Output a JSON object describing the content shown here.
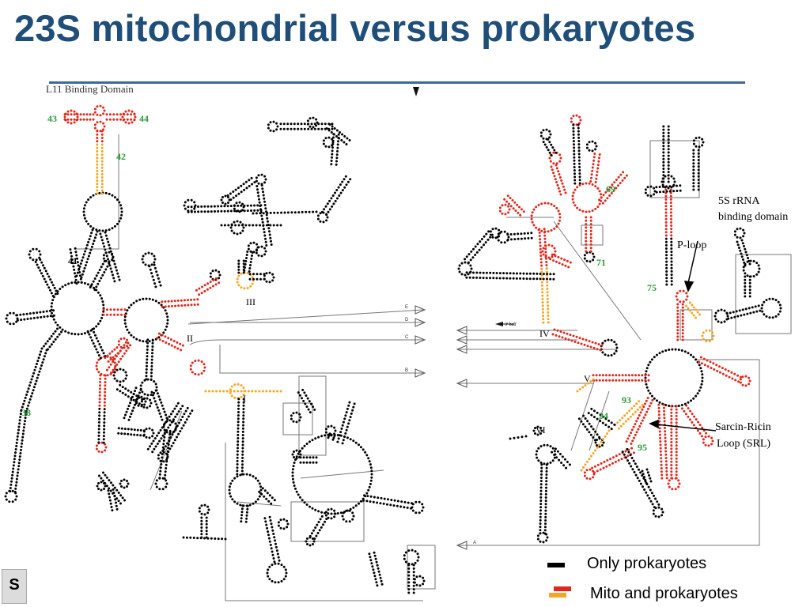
{
  "slide": {
    "title": "23S mitochondrial versus prokaryotes",
    "corner_tag": "S"
  },
  "colors": {
    "title": "#1f4e79",
    "only_prokaryotes": "#000000",
    "mito_and_prokaryotes_red": "#e0271b",
    "mito_and_prokaryotes_orange": "#f5a623",
    "helix_number": "#2e9a3c"
  },
  "diagram": {
    "left_header": "L11 Binding Domain",
    "domains": [
      "I",
      "II",
      "III",
      "IV",
      "V",
      "VI"
    ],
    "helix_numbers": [
      "43",
      "44",
      "42",
      "41",
      "38",
      "69",
      "71",
      "75",
      "93",
      "94",
      "95"
    ],
    "labels": {
      "five_s": "5S rRNA",
      "five_s_2": "binding domain",
      "ploop": "P-loop",
      "srl_1": "Sarcin-Ricin",
      "srl_2": "Loop (SRL)",
      "three_half": "3' half"
    },
    "connector_letters": [
      "E",
      "D",
      "C",
      "B",
      "A"
    ]
  },
  "legend": {
    "only_prokaryotes": "Only prokaryotes",
    "mito_and_prokaryotes": "Mito and prokaryotes"
  }
}
